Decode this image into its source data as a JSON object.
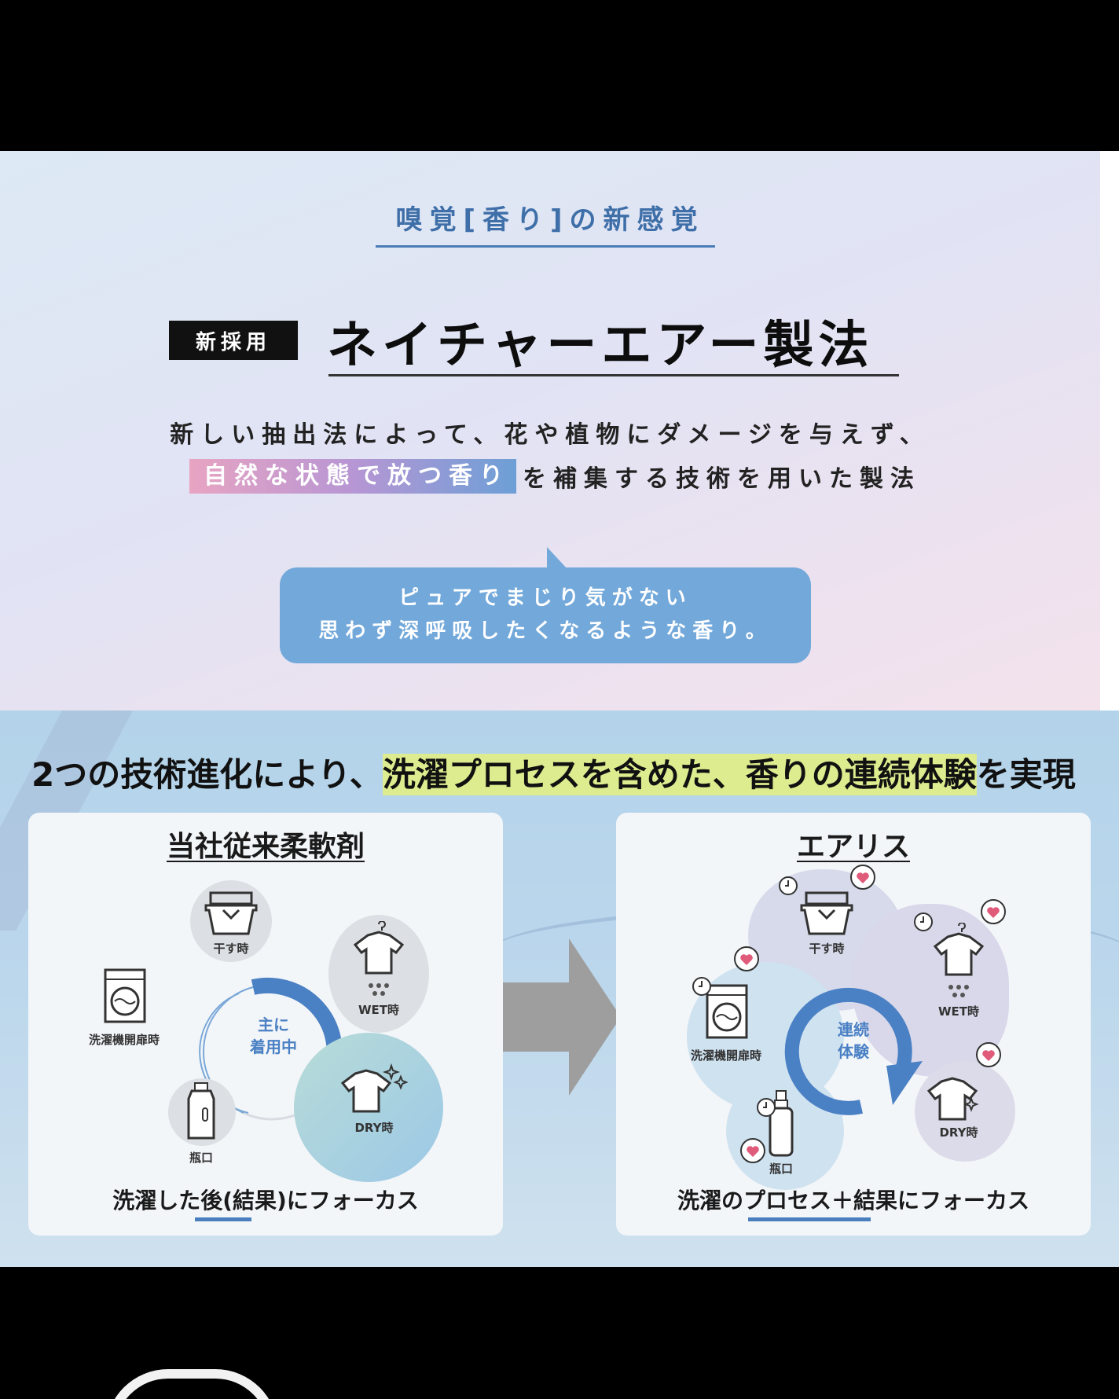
{
  "upper": {
    "kicker": "嗅覚[香り]の新感覚",
    "badge": "新採用",
    "method_title": "ネイチャーエアー製法",
    "description_line1": "新しい抽出法によって、花や植物にダメージを与えず、",
    "description_highlight": "自然な状態で放つ香り",
    "description_line2_rest": "を補集する技術を用いた製法",
    "bubble_line1": "ピュアでまじり気がない",
    "bubble_line2": "思わず深呼吸したくなるような香り。"
  },
  "lower": {
    "headline_prefix": "2つの技術進化により、",
    "headline_highlight": "洗濯プロセスを含めた、香りの連続体験",
    "headline_suffix": "を実現",
    "left_card": {
      "title": "当社従来柔軟剤",
      "center_text_line1": "主に",
      "center_text_line2": "着用中",
      "nodes": {
        "drying": "干す時",
        "wet": "WET時",
        "washer": "洗濯機開扉時",
        "bottle": "瓶口",
        "dry": "DRY時"
      },
      "caption": "洗濯した後(結果)にフォーカス"
    },
    "right_card": {
      "title": "エアリス",
      "center_text_line1": "連続",
      "center_text_line2": "体験",
      "nodes": {
        "drying": "干す時",
        "wet": "WET時",
        "washer": "洗濯機開扉時",
        "bottle": "瓶口",
        "dry": "DRY時"
      },
      "caption": "洗濯のプロセス＋結果にフォーカス"
    }
  },
  "colors": {
    "kicker_blue": "#3f6fa8",
    "bubble_blue": "#72a8da",
    "headline_highlight": "#dcec8e",
    "cycle_blue": "#4a80c4",
    "heart_pink": "#e05a7a",
    "arrow_gray": "#9e9e9e"
  }
}
